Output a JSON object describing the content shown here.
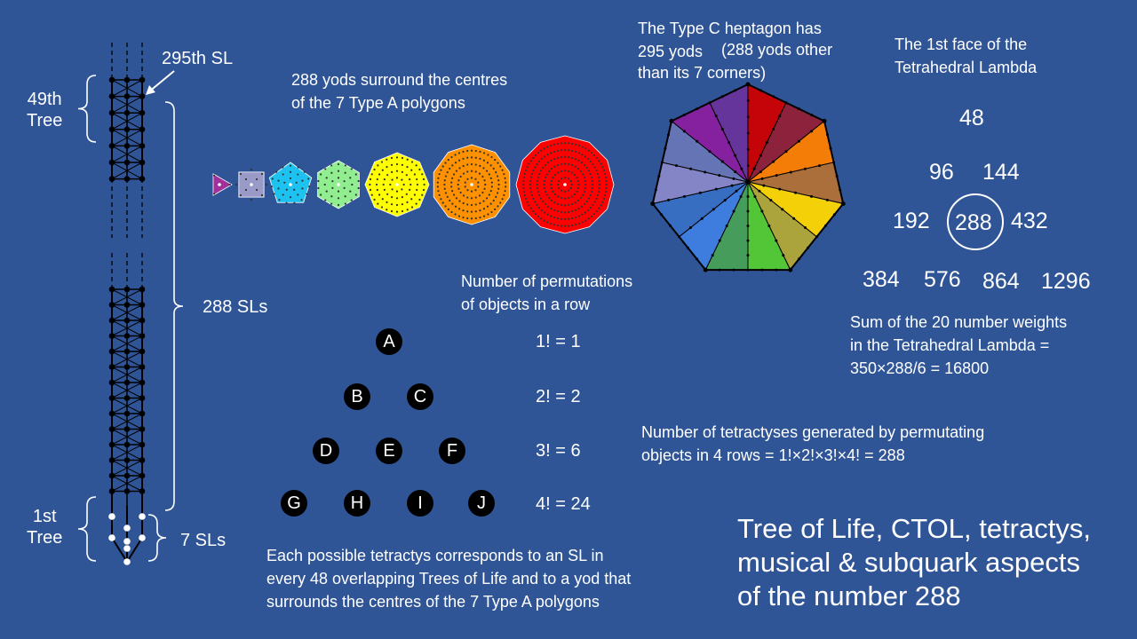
{
  "tree_labels": {
    "top_tree": "49th\nTree",
    "bottom_tree": "1st\nTree",
    "sl295": "295th SL",
    "sls288": "288 SLs",
    "sls7": "7 SLs"
  },
  "polygons_caption": "288 yods surround the centres\nof the 7 Type A polygons",
  "heptagon_caption": {
    "line1": "The Type C heptagon has",
    "line2a": "295 yods",
    "line2b": "(288 yods other",
    "line3": "than its 7 corners)"
  },
  "lambda": {
    "caption": "The 1st face of the\nTetrahedral Lambda",
    "rows": [
      [
        "48"
      ],
      [
        "96",
        "144"
      ],
      [
        "192",
        "288",
        "432"
      ],
      [
        "384",
        "576",
        "864",
        "1296"
      ]
    ],
    "sum_text": "Sum of the 20 number weights\nin the Tetrahedral Lambda =\n350×288/6 = 16800"
  },
  "permutations": {
    "caption": "Number of permutations\nof objects in a row",
    "rows": [
      {
        "letters": [
          "A"
        ],
        "formula": "1! = 1"
      },
      {
        "letters": [
          "B",
          "C"
        ],
        "formula": "2! = 2"
      },
      {
        "letters": [
          "D",
          "E",
          "F"
        ],
        "formula": "3! = 6"
      },
      {
        "letters": [
          "G",
          "H",
          "I",
          "J"
        ],
        "formula": "4! = 24"
      }
    ],
    "tetractyses_text": "Number of tetractyses generated by permutating\nobjects in 4 rows = 1!×2!×3!×4! = 288"
  },
  "bottom_caption": "Each possible tetractys corresponds to an SL in\nevery 48 overlapping Trees of Life and to a yod that\nsurrounds the centres of the 7 Type A polygons",
  "title": "Tree of Life, CTOL, tetractys,\nmusical & subquark aspects\nof the number 288",
  "colors": {
    "background": "#2f5597",
    "heptagon_sectors": [
      "#cc0000",
      "#ff8000",
      "#ffd700",
      "#55cc33",
      "#3f7fe0",
      "#8888c8",
      "#8a1f9e"
    ],
    "polygons": [
      "#a0309a",
      "#9a9ac8",
      "#1ec2f0",
      "#90ee90",
      "#ffff00",
      "#ff9000",
      "#ff0000"
    ]
  }
}
